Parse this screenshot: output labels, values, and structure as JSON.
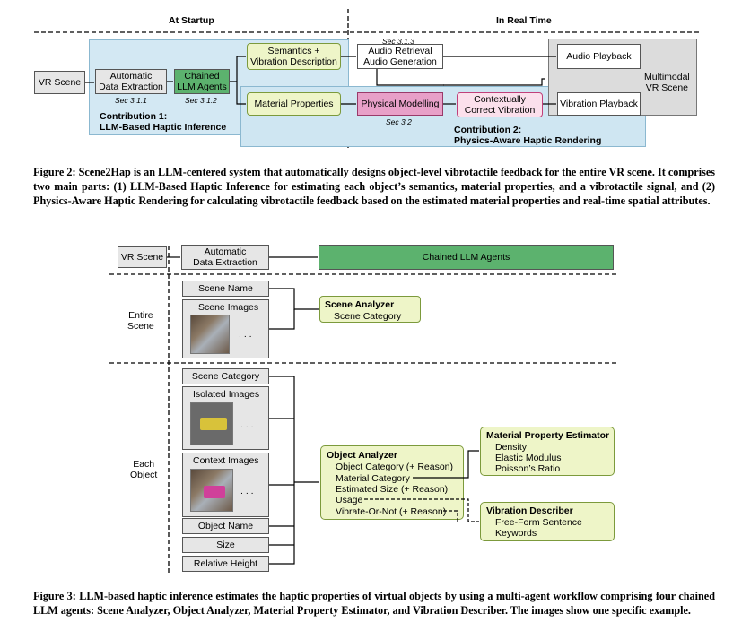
{
  "fig2": {
    "at_startup": "At Startup",
    "in_real_time": "In Real Time",
    "vr_scene": "VR Scene",
    "auto_extract": "Automatic\nData Extraction",
    "sec311": "Sec 3.1.1",
    "chained": "Chained\nLLM Agents",
    "sec312": "Sec 3.1.2",
    "semantics": "Semantics +\nVibration Description",
    "material_props": "Material Properties",
    "sec313": "Sec 3.1.3",
    "audio_gen": "Audio Retrieval\nAudio Generation",
    "audio_playback": "Audio Playback",
    "multimodal": "Multimodal\nVR Scene",
    "physical_modelling": "Physical Modelling",
    "sec32": "Sec 3.2",
    "contextual": "Contextually\nCorrect Vibration",
    "vibration_playback": "Vibration Playback",
    "contribution1": "Contribution 1:\nLLM-Based Haptic Inference",
    "contribution2": "Contribution 2:\nPhysics-Aware Haptic Rendering"
  },
  "caption2": {
    "label": "Figure 2:",
    "text": " Scene2Hap is an LLM-centered system that automatically designs object-level vibrotactile feedback for the entire VR scene. It comprises two main parts: (1) LLM-Based Haptic Inference for estimating each object’s semantics, material properties, and a vibrotactile signal, and (2) Physics-Aware Haptic Rendering for calculating vibrotactile feedback based on the estimated material properties and real-time spatial attributes."
  },
  "fig3": {
    "vr_scene": "VR Scene",
    "auto_extract": "Automatic\nData Extraction",
    "chained": "Chained LLM Agents",
    "entire_scene": "Entire\nScene",
    "each_object": "Each\nObject",
    "scene_name": "Scene Name",
    "scene_images": "Scene Images",
    "ellipsis": ". . .",
    "scene_analyzer_title": "Scene Analyzer",
    "scene_analyzer_item": "Scene Category",
    "scene_category": "Scene Category",
    "isolated_images": "Isolated Images",
    "context_images": "Context Images",
    "object_name": "Object Name",
    "size": "Size",
    "relative_height": "Relative Height",
    "object_analyzer_title": "Object Analyzer",
    "object_analyzer_items": [
      "Object Category (+ Reason)",
      "Material Category",
      "Estimated Size (+ Reason)",
      "Usage",
      "Vibrate-Or-Not (+ Reason)"
    ],
    "mpe_title": "Material Property Estimator",
    "mpe_items": [
      "Density",
      "Elastic Modulus",
      "Poisson’s Ratio"
    ],
    "vd_title": "Vibration Describer",
    "vd_items": [
      "Free-Form Sentence",
      "Keywords"
    ]
  },
  "caption3": {
    "label": "Figure 3:",
    "text": " LLM-based haptic inference estimates the haptic properties of virtual objects by using a multi-agent workflow comprising four chained LLM agents: Scene Analyzer, Object Analyzer, Material Property Estimator, and Vibration Describer. The images show one specific example."
  },
  "colors": {
    "contribution1_bg": "#d3e8f3",
    "contribution2_bg": "#cfe6f2",
    "chained_green": "#5cb26e",
    "light_green": "#eef5c8",
    "pink": "#e8a0c8",
    "light_pink": "#fbe0ec"
  }
}
